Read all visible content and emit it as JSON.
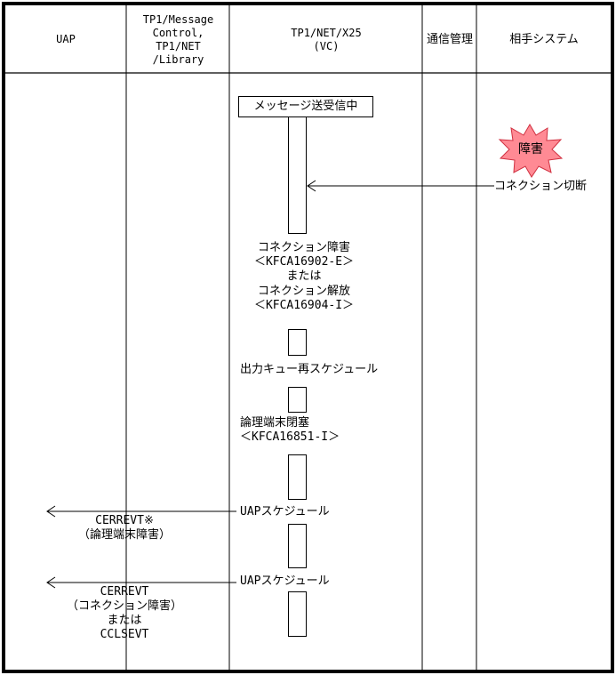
{
  "lanes": [
    {
      "id": "uap",
      "label": "UAP"
    },
    {
      "id": "tp1mc",
      "label": "TP1/Message\nControl,\nTP1/NET\n/Library"
    },
    {
      "id": "tp1net",
      "label": "TP1/NET/X25\n(VC)"
    },
    {
      "id": "comm",
      "label": "通信管理"
    },
    {
      "id": "partner",
      "label": "相手システム"
    }
  ],
  "start_box": "メッセージ送受信中",
  "failure_badge": "障害",
  "labels": {
    "conn_cut": "コネクション切断",
    "failure_block": "コネクション障害\n＜KFCA16902-E＞\nまたは\nコネクション解放\n＜KFCA16904-I＞",
    "output_queue": "出力キュー再スケジュール",
    "terminal_close": "論理端末閉塞\n＜KFCA16851-I＞",
    "uap_sched_1": "UAPスケジュール",
    "uap_sched_2": "UAPスケジュール",
    "event_1": "CERREVT※\n（論理端末障害）",
    "event_2": "CERREVT\n（コネクション障害）\nまたは\nCCLSEVT"
  },
  "colors": {
    "badge_fill": "#ff8a94",
    "badge_stroke": "#d03040"
  }
}
